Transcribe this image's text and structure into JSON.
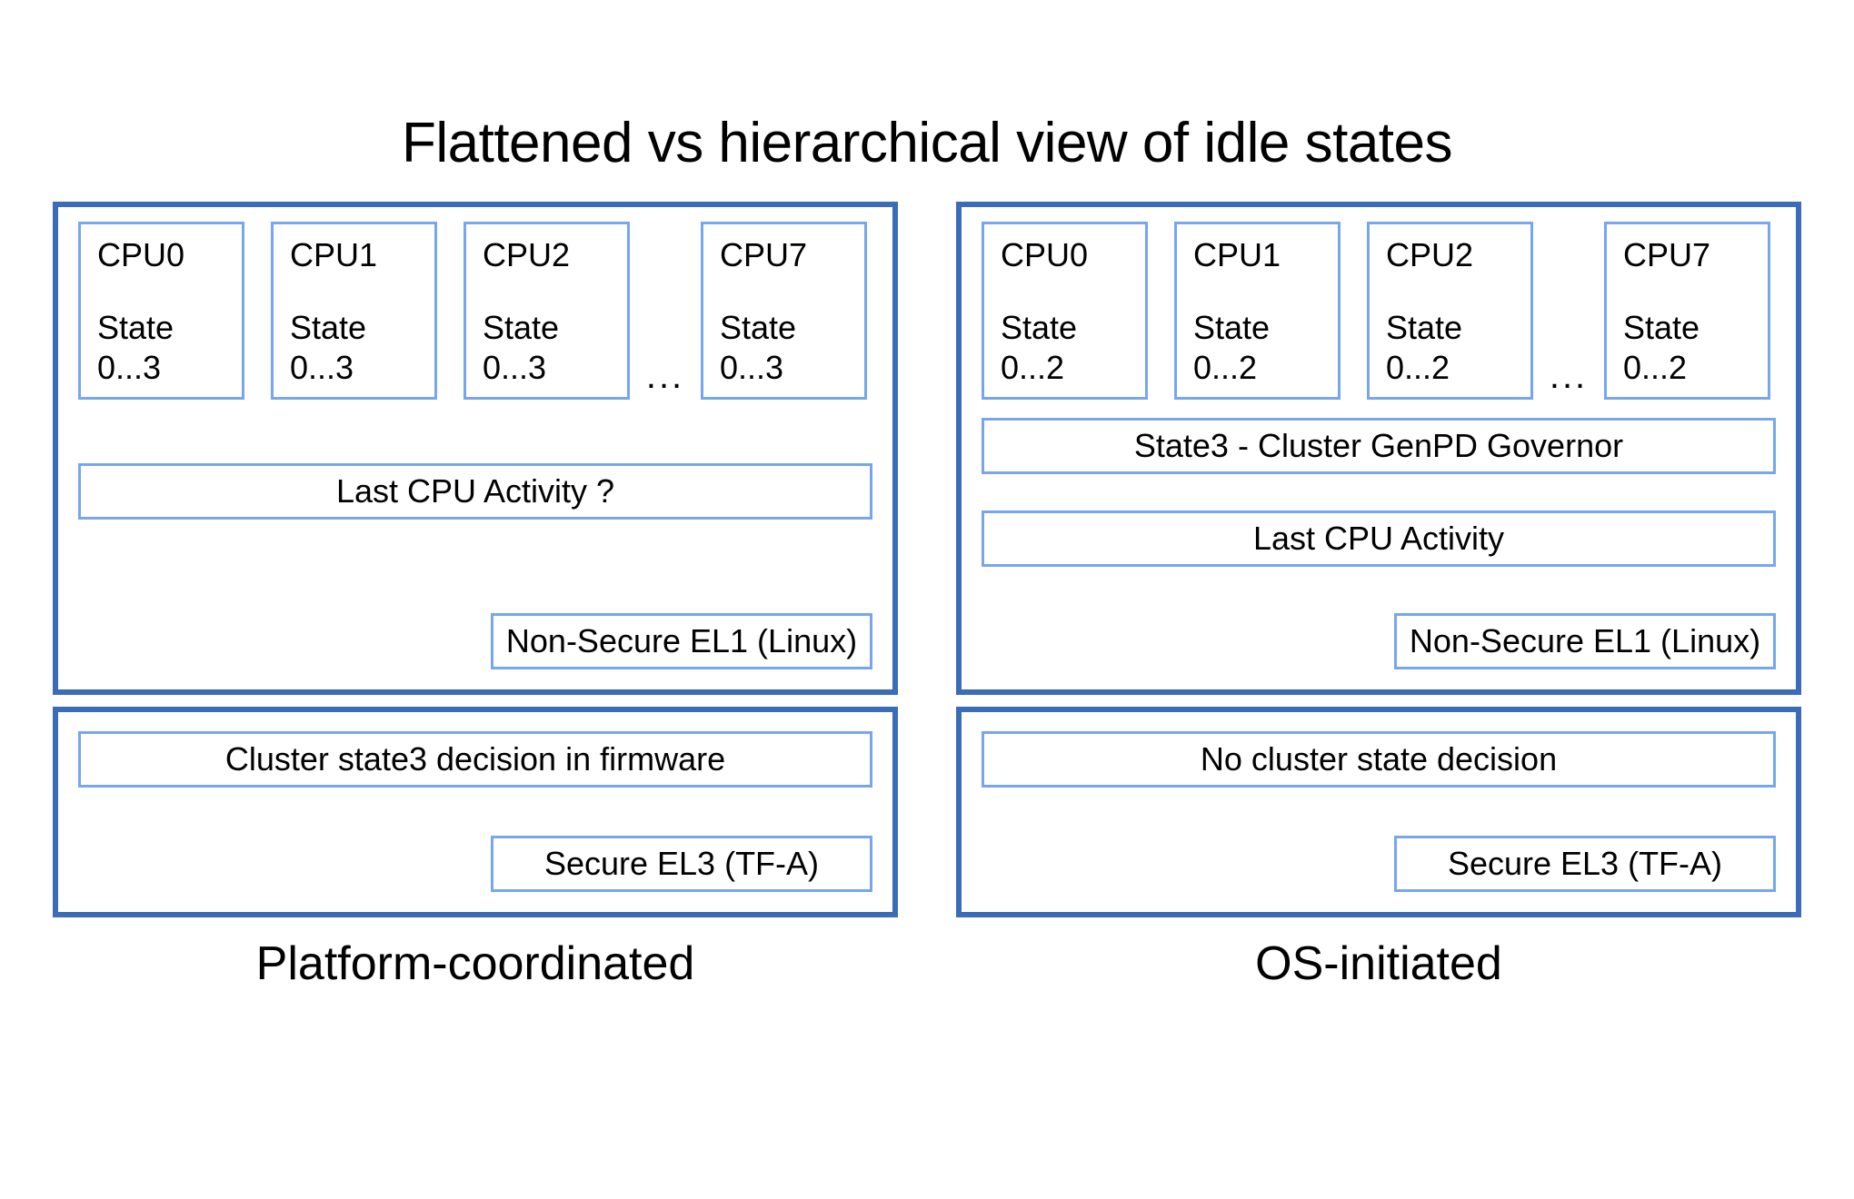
{
  "title": "Flattened vs hierarchical view of idle states",
  "colors": {
    "panel_border": "#3a6cb8",
    "box_border": "#77a6ef",
    "background": "#ffffff",
    "text": "#000000"
  },
  "left_column": {
    "caption": "Platform-coordinated",
    "os_panel": {
      "cpus": [
        {
          "name": "CPU0",
          "state_label": "State",
          "state_range": "0...3"
        },
        {
          "name": "CPU1",
          "state_label": "State",
          "state_range": "0...3"
        },
        {
          "name": "CPU2",
          "state_label": "State",
          "state_range": "0...3"
        },
        {
          "name": "CPU7",
          "state_label": "State",
          "state_range": "0...3"
        }
      ],
      "ellipsis": "...",
      "bars": [
        {
          "label": "Last CPU Activity ?"
        }
      ],
      "exception_level": "Non-Secure EL1 (Linux)"
    },
    "fw_panel": {
      "bars": [
        {
          "label": "Cluster state3 decision in firmware"
        }
      ],
      "exception_level": "Secure EL3 (TF-A)"
    }
  },
  "right_column": {
    "caption": "OS-initiated",
    "os_panel": {
      "cpus": [
        {
          "name": "CPU0",
          "state_label": "State",
          "state_range": "0...2"
        },
        {
          "name": "CPU1",
          "state_label": "State",
          "state_range": "0...2"
        },
        {
          "name": "CPU2",
          "state_label": "State",
          "state_range": "0...2"
        },
        {
          "name": "CPU7",
          "state_label": "State",
          "state_range": "0...2"
        }
      ],
      "ellipsis": "...",
      "bars": [
        {
          "label": "State3 - Cluster GenPD Governor"
        },
        {
          "label": "Last CPU Activity"
        }
      ],
      "exception_level": "Non-Secure EL1 (Linux)"
    },
    "fw_panel": {
      "bars": [
        {
          "label": "No cluster state decision"
        }
      ],
      "exception_level": "Secure EL3 (TF-A)"
    }
  }
}
